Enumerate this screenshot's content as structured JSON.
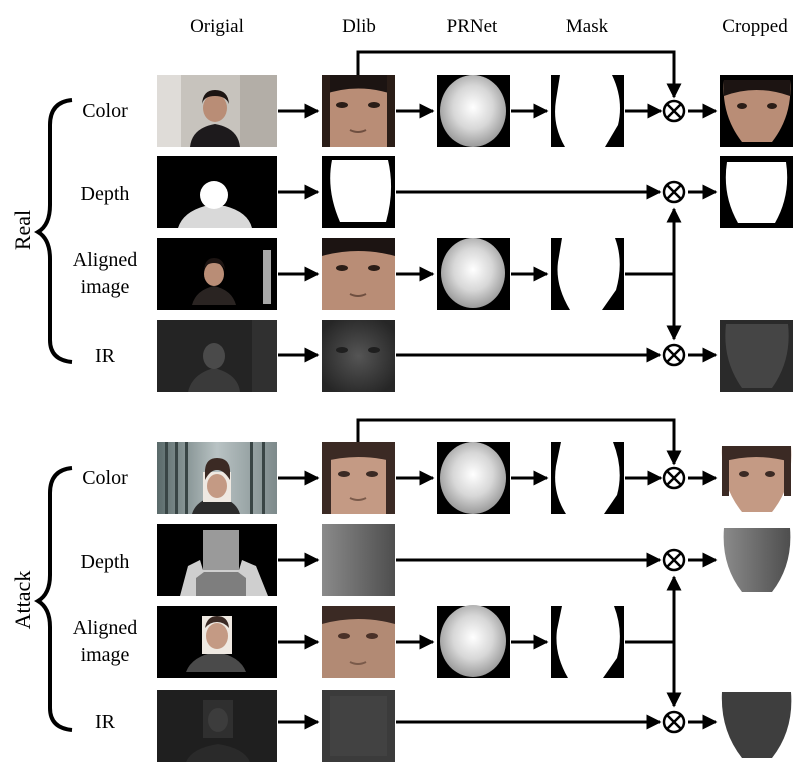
{
  "columns": [
    "Origial",
    "Dlib",
    "PRNet",
    "Mask",
    "Cropped"
  ],
  "groups": [
    {
      "label": "Real",
      "rows": [
        {
          "label_lines": [
            "Color"
          ]
        },
        {
          "label_lines": [
            "Depth"
          ]
        },
        {
          "label_lines": [
            "Aligned",
            "image"
          ]
        },
        {
          "label_lines": [
            "IR"
          ]
        }
      ]
    },
    {
      "label": "Attack",
      "rows": [
        {
          "label_lines": [
            "Color"
          ]
        },
        {
          "label_lines": [
            "Depth"
          ]
        },
        {
          "label_lines": [
            "Aligned",
            "image"
          ]
        },
        {
          "label_lines": [
            "IR"
          ]
        }
      ]
    }
  ],
  "operator_symbol": "⊗",
  "colors": {
    "skin": "#b98d76",
    "skin_dark": "#6f4f40",
    "hair": "#1c1412",
    "room_wall": "#c9c6c2",
    "depth_black": "#000000",
    "depth_white": "#ffffff",
    "prnet_gray": "#d8d8d8",
    "ir_dark": "#2a2a2a",
    "ir_face": "#4a4a4a"
  }
}
